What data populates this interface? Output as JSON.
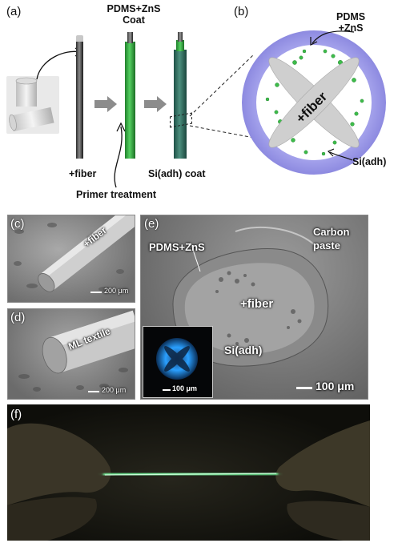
{
  "panel_a": {
    "label": "(a)",
    "coat_label_line1": "PDMS+ZnS",
    "coat_label_line2": "Coat",
    "fiber_label": "+fiber",
    "primer_label": "Primer treatment",
    "si_label": "Si(adh) coat"
  },
  "panel_b": {
    "label": "(b)",
    "pdms_line1": "PDMS",
    "pdms_line2": "+ZnS",
    "fiber_label": "+fiber",
    "si_label": "Si(adh)"
  },
  "panel_c": {
    "label": "(c)",
    "fiber_label": "+fiber",
    "scale": "200 μm"
  },
  "panel_d": {
    "label": "(d)",
    "textile_label": "ML textile",
    "scale": "200 μm"
  },
  "panel_e": {
    "label": "(e)",
    "carbon_line1": "Carbon",
    "carbon_line2": "paste",
    "pdms_label": "PDMS+ZnS",
    "fiber_label": "+fiber",
    "si_label": "Si(adh)",
    "scale": "100 μm",
    "inset_scale": "100 μm"
  },
  "panel_f": {
    "label": "(f)"
  },
  "colors": {
    "fiber_green": "#2fae3c",
    "si_coat": "#2f6f62",
    "cross_section_ring": "#9d9be6",
    "glow_green": "#5cf08a"
  }
}
